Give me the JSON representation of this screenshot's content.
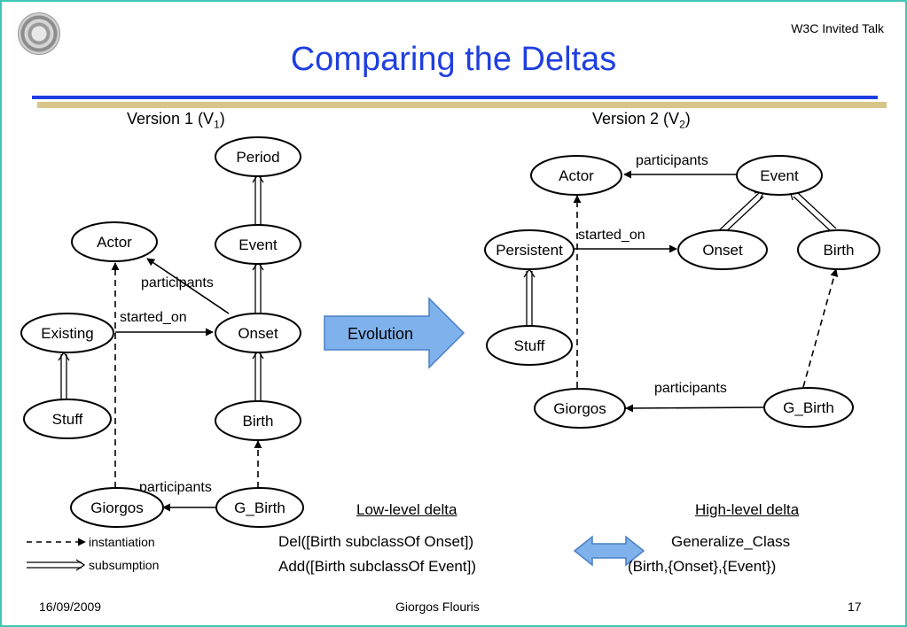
{
  "header": {
    "event_label": "W3C Invited Talk",
    "title": "Comparing the Deltas"
  },
  "versions": {
    "v1": {
      "label": "Version 1 (V",
      "sub": "1",
      "close": ")"
    },
    "v2": {
      "label": "Version 2 (V",
      "sub": "2",
      "close": ")"
    }
  },
  "v1_nodes": {
    "period": "Period",
    "actor": "Actor",
    "event": "Event",
    "existing": "Existing",
    "onset": "Onset",
    "stuff": "Stuff",
    "birth": "Birth",
    "giorgos": "Giorgos",
    "g_birth": "G_Birth"
  },
  "v1_edges": {
    "participants_top": "participants",
    "started_on": "started_on",
    "participants_bottom": "participants"
  },
  "evolution_label": "Evolution",
  "v2_nodes": {
    "actor": "Actor",
    "event": "Event",
    "persistent": "Persistent",
    "onset": "Onset",
    "birth": "Birth",
    "stuff": "Stuff",
    "giorgos": "Giorgos",
    "g_birth": "G_Birth"
  },
  "v2_edges": {
    "participants_top": "participants",
    "started_on": "started_on",
    "participants_bottom": "participants"
  },
  "legend": {
    "instantiation": "instantiation",
    "subsumption": "subsumption"
  },
  "deltas": {
    "low_heading": "Low-level delta",
    "high_heading": "High-level delta",
    "low_line1": "Del([Birth subclassOf Onset])",
    "low_line2": "Add([Birth subclassOf Event])",
    "high_line1": "Generalize_Class",
    "high_line2": "(Birth,{Onset},{Event})"
  },
  "footer": {
    "date": "16/09/2009",
    "author": "Giorgos Flouris",
    "page": "17"
  },
  "colors": {
    "title": "#1f3fe0",
    "frame": "#3ec7b4",
    "evolution_arrow": "#7fb2ec"
  }
}
